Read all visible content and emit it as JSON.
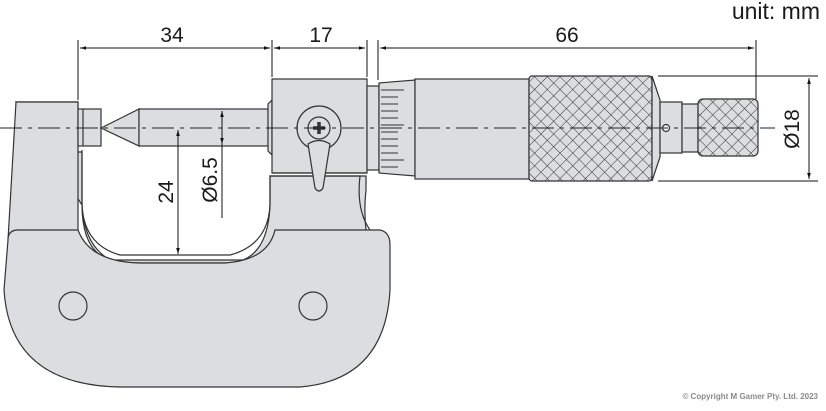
{
  "drawing": {
    "subject": "Outside micrometer with pointed spindle",
    "unit_label": "unit: mm",
    "copyright": "© Copyright M Gamer Pty. Ltd. 2023",
    "colors": {
      "body": "#dcdde0",
      "line": "#333333",
      "background": "#ffffff"
    },
    "dimensions": {
      "anvil_to_frame": "34",
      "sleeve_block": "17",
      "thimble_length": "66",
      "thimble_diameter": "Ø18",
      "spindle_diameter": "Ø6.5",
      "throat_depth": "24"
    }
  }
}
